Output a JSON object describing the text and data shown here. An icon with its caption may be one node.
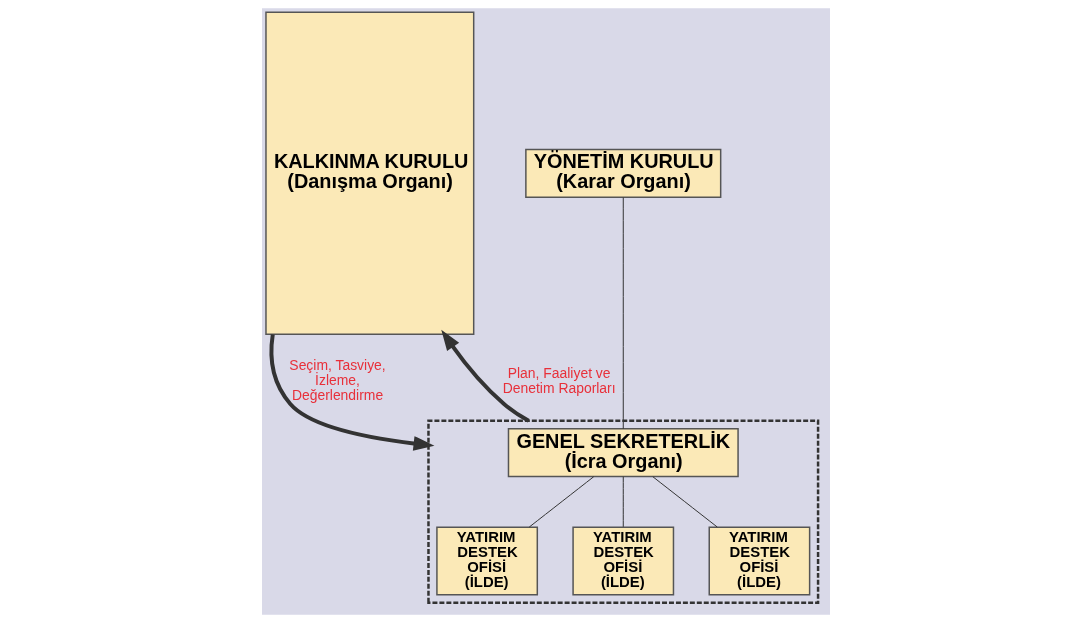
{
  "diagram": {
    "nodes": [
      {
        "text": [
          "KALKINMA KURULU",
          "(Danışma Organı)"
        ]
      },
      {
        "text": [
          "YÖNETİM KURULU",
          "(Karar Organı)"
        ]
      },
      {
        "text": [],
        "shape": "box"
      },
      {
        "text": [
          "GENEL SEKRETERLİK",
          "(İcra Organı)"
        ],
        "in": 2
      },
      {
        "text": [
          "YATIRIM DESTEK OFİSİ (İLDE)"
        ],
        "in": 2
      },
      {
        "text": [
          "YATIRIM DESTEK OFİSİ (İLDE)"
        ],
        "in": 2
      },
      {
        "text": [
          "YATIRIM DESTEK OFİSİ (İLDE)"
        ],
        "in": 2
      }
    ],
    "edges": [
      {
        "from": 0,
        "to": 2,
        "arrow": "to",
        "label": "Seçim, Tasviye, İzleme, Değerlendirme",
        "style": "thick"
      },
      {
        "from": 2,
        "to": 0,
        "arrow": "to",
        "label": "Plan, Faaliyet ve Denetim Raporları",
        "style": "thick"
      },
      {
        "from": 1,
        "to": 3,
        "arrow": "none"
      },
      {
        "from": 3,
        "to": 4,
        "arrow": "none"
      },
      {
        "from": 3,
        "to": 5,
        "arrow": "none"
      },
      {
        "from": 3,
        "to": 6,
        "arrow": "none"
      }
    ]
  }
}
